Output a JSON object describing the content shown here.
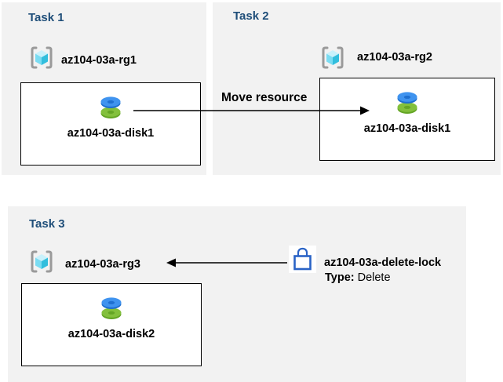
{
  "colors": {
    "panel_background": "#f2f2f2",
    "title_text": "#1f4e79",
    "label_text": "#000000",
    "arrow": "#000000",
    "lock_blue": "#2a63c6",
    "disk_blue_side": "#1e6fd0",
    "disk_blue_top": "#3f93ef",
    "disk_green_side": "#64a525",
    "disk_green_top": "#83c03c",
    "cube_top": "#c9f1fb",
    "cube_left": "#7adcf2",
    "cube_right": "#32bedd",
    "bracket_gray": "#9a9a9a"
  },
  "panels": [
    {
      "title": "Task 1",
      "resource_group": "az104-03a-rg1",
      "resource": "az104-03a-disk1"
    },
    {
      "title": "Task 2",
      "resource_group": "az104-03a-rg2",
      "resource": "az104-03a-disk1"
    },
    {
      "title": "Task 3",
      "resource_group": "az104-03a-rg3",
      "resource": "az104-03a-disk2"
    }
  ],
  "move_arrow": {
    "label": "Move resource"
  },
  "delete_lock": {
    "name": "az104-03a-delete-lock",
    "type_label": "Type:",
    "type_value": "Delete"
  }
}
